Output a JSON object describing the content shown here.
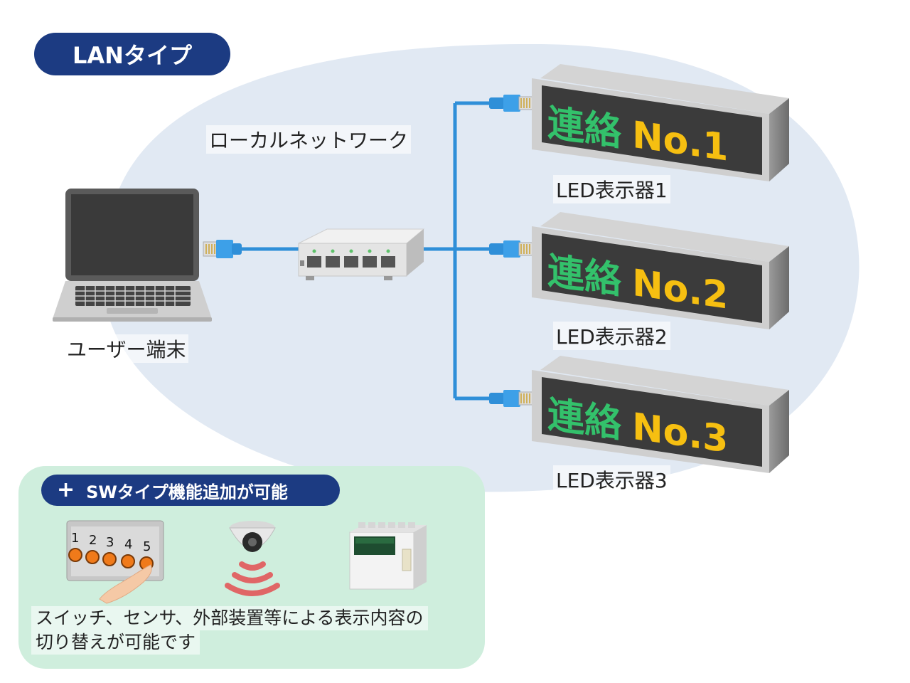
{
  "title": "LANタイプ",
  "network_label": "ローカルネットワーク",
  "terminal_label": "ユーザー端末",
  "displays": [
    {
      "label": "LED表示器1",
      "text_green": "連絡",
      "text_yellow": "No.1"
    },
    {
      "label": "LED表示器2",
      "text_green": "連絡",
      "text_yellow": "No.2"
    },
    {
      "label": "LED表示器3",
      "text_green": "連絡",
      "text_yellow": "No.3"
    }
  ],
  "sw_panel": {
    "plus": "+",
    "title": "SWタイプ機能追加が可能",
    "button_numbers": [
      "1",
      "2",
      "3",
      "4",
      "5"
    ],
    "description_line1": "スイッチ、センサ、外部装置等による表示内容の",
    "description_line2": "切り替えが可能です"
  },
  "colors": {
    "navy": "#1c3b82",
    "network_bg": "#e1e9f3",
    "panel_bg": "#cfeedd",
    "cable": "#2f8fd8",
    "led_green": "#33c16b",
    "led_yellow": "#f6bf11"
  }
}
